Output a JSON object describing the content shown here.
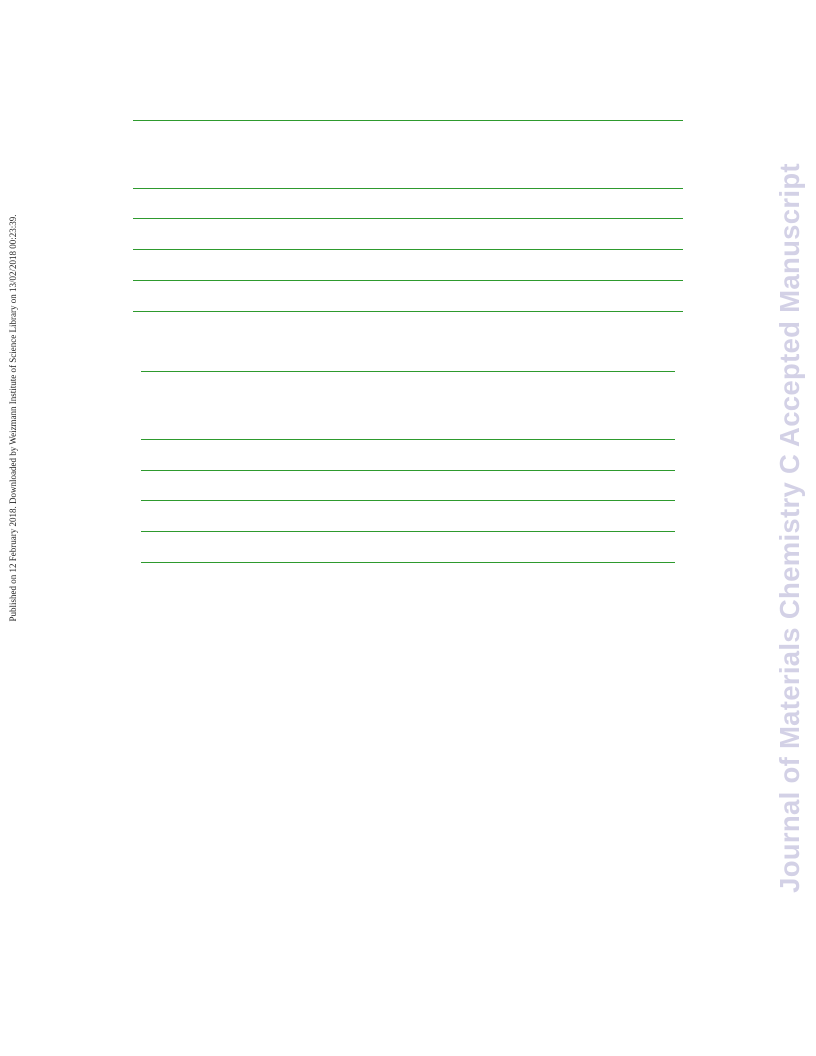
{
  "side_note": "Published on 12 February 2018. Downloaded by Weizmann Institute of Science Library on 13/02/2018 00:23:39.",
  "watermark": "Journal of Materials Chemistry C Accepted Manuscript",
  "colors": {
    "rule": "#2e9a2e",
    "watermark": "#d3d1e6",
    "side_note": "#222222"
  },
  "tables": [
    {
      "name": "table-1",
      "rows": 4
    },
    {
      "name": "table-2",
      "rows": 4
    }
  ]
}
